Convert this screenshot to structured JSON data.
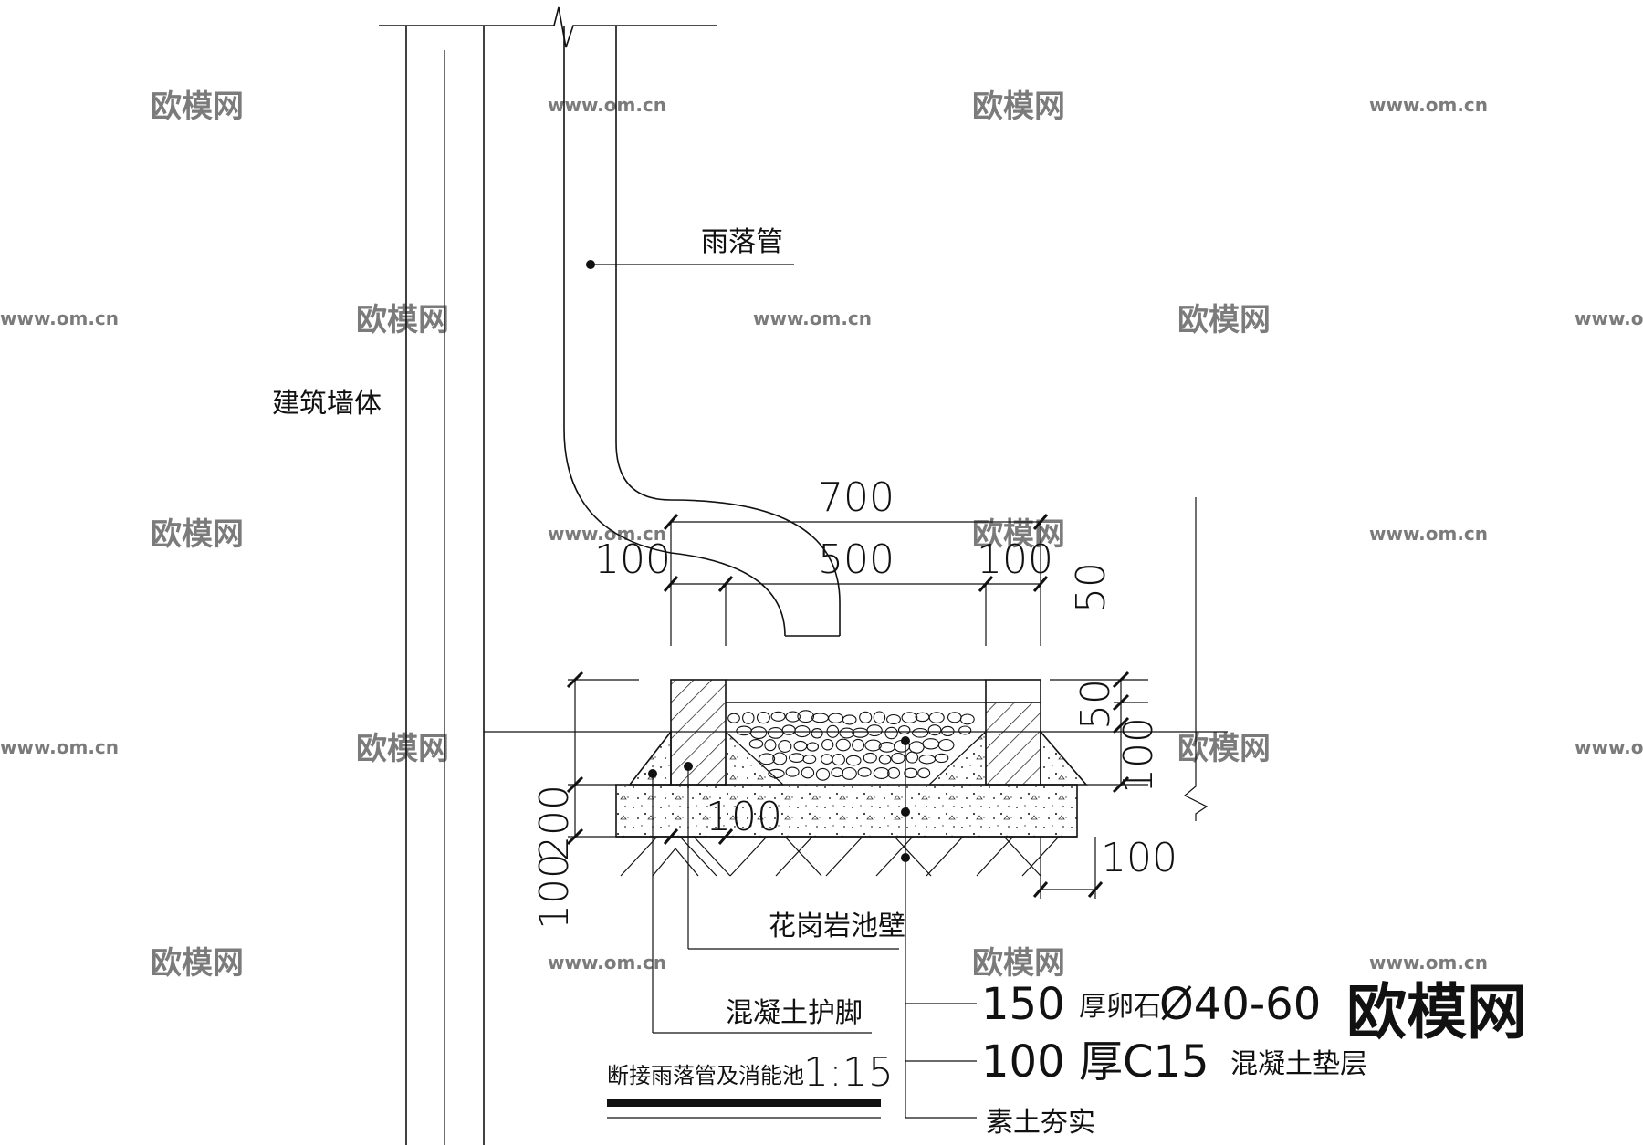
{
  "drawing": {
    "title": "断接雨落管及消能池",
    "scale": "1:15",
    "labels": {
      "rain_pipe": "雨落管",
      "building_wall": "建筑墙体",
      "granite_wall": "花岗岩池壁",
      "concrete_toe": "混凝土护脚",
      "pebble_layer_a": "150",
      "pebble_layer_b": "厚卵石",
      "pebble_layer_c": "Ø40-60",
      "concrete_layer_a": "100",
      "concrete_layer_b": "厚C15",
      "concrete_layer_c": "混凝土垫层",
      "compacted_soil": "素土夯实"
    },
    "dimensions": {
      "total_width": "700",
      "left_wall": "100",
      "basin_width": "500",
      "right_wall": "100",
      "top_gap": "50",
      "left_height_total": "200",
      "left_height_base": "100",
      "right_pebble": "50",
      "right_concrete": "100",
      "bottom_left": "100",
      "bottom_right": "100"
    },
    "watermark": {
      "brand": "欧模网",
      "url": "www.om.cn",
      "logo": "欧模网"
    }
  }
}
